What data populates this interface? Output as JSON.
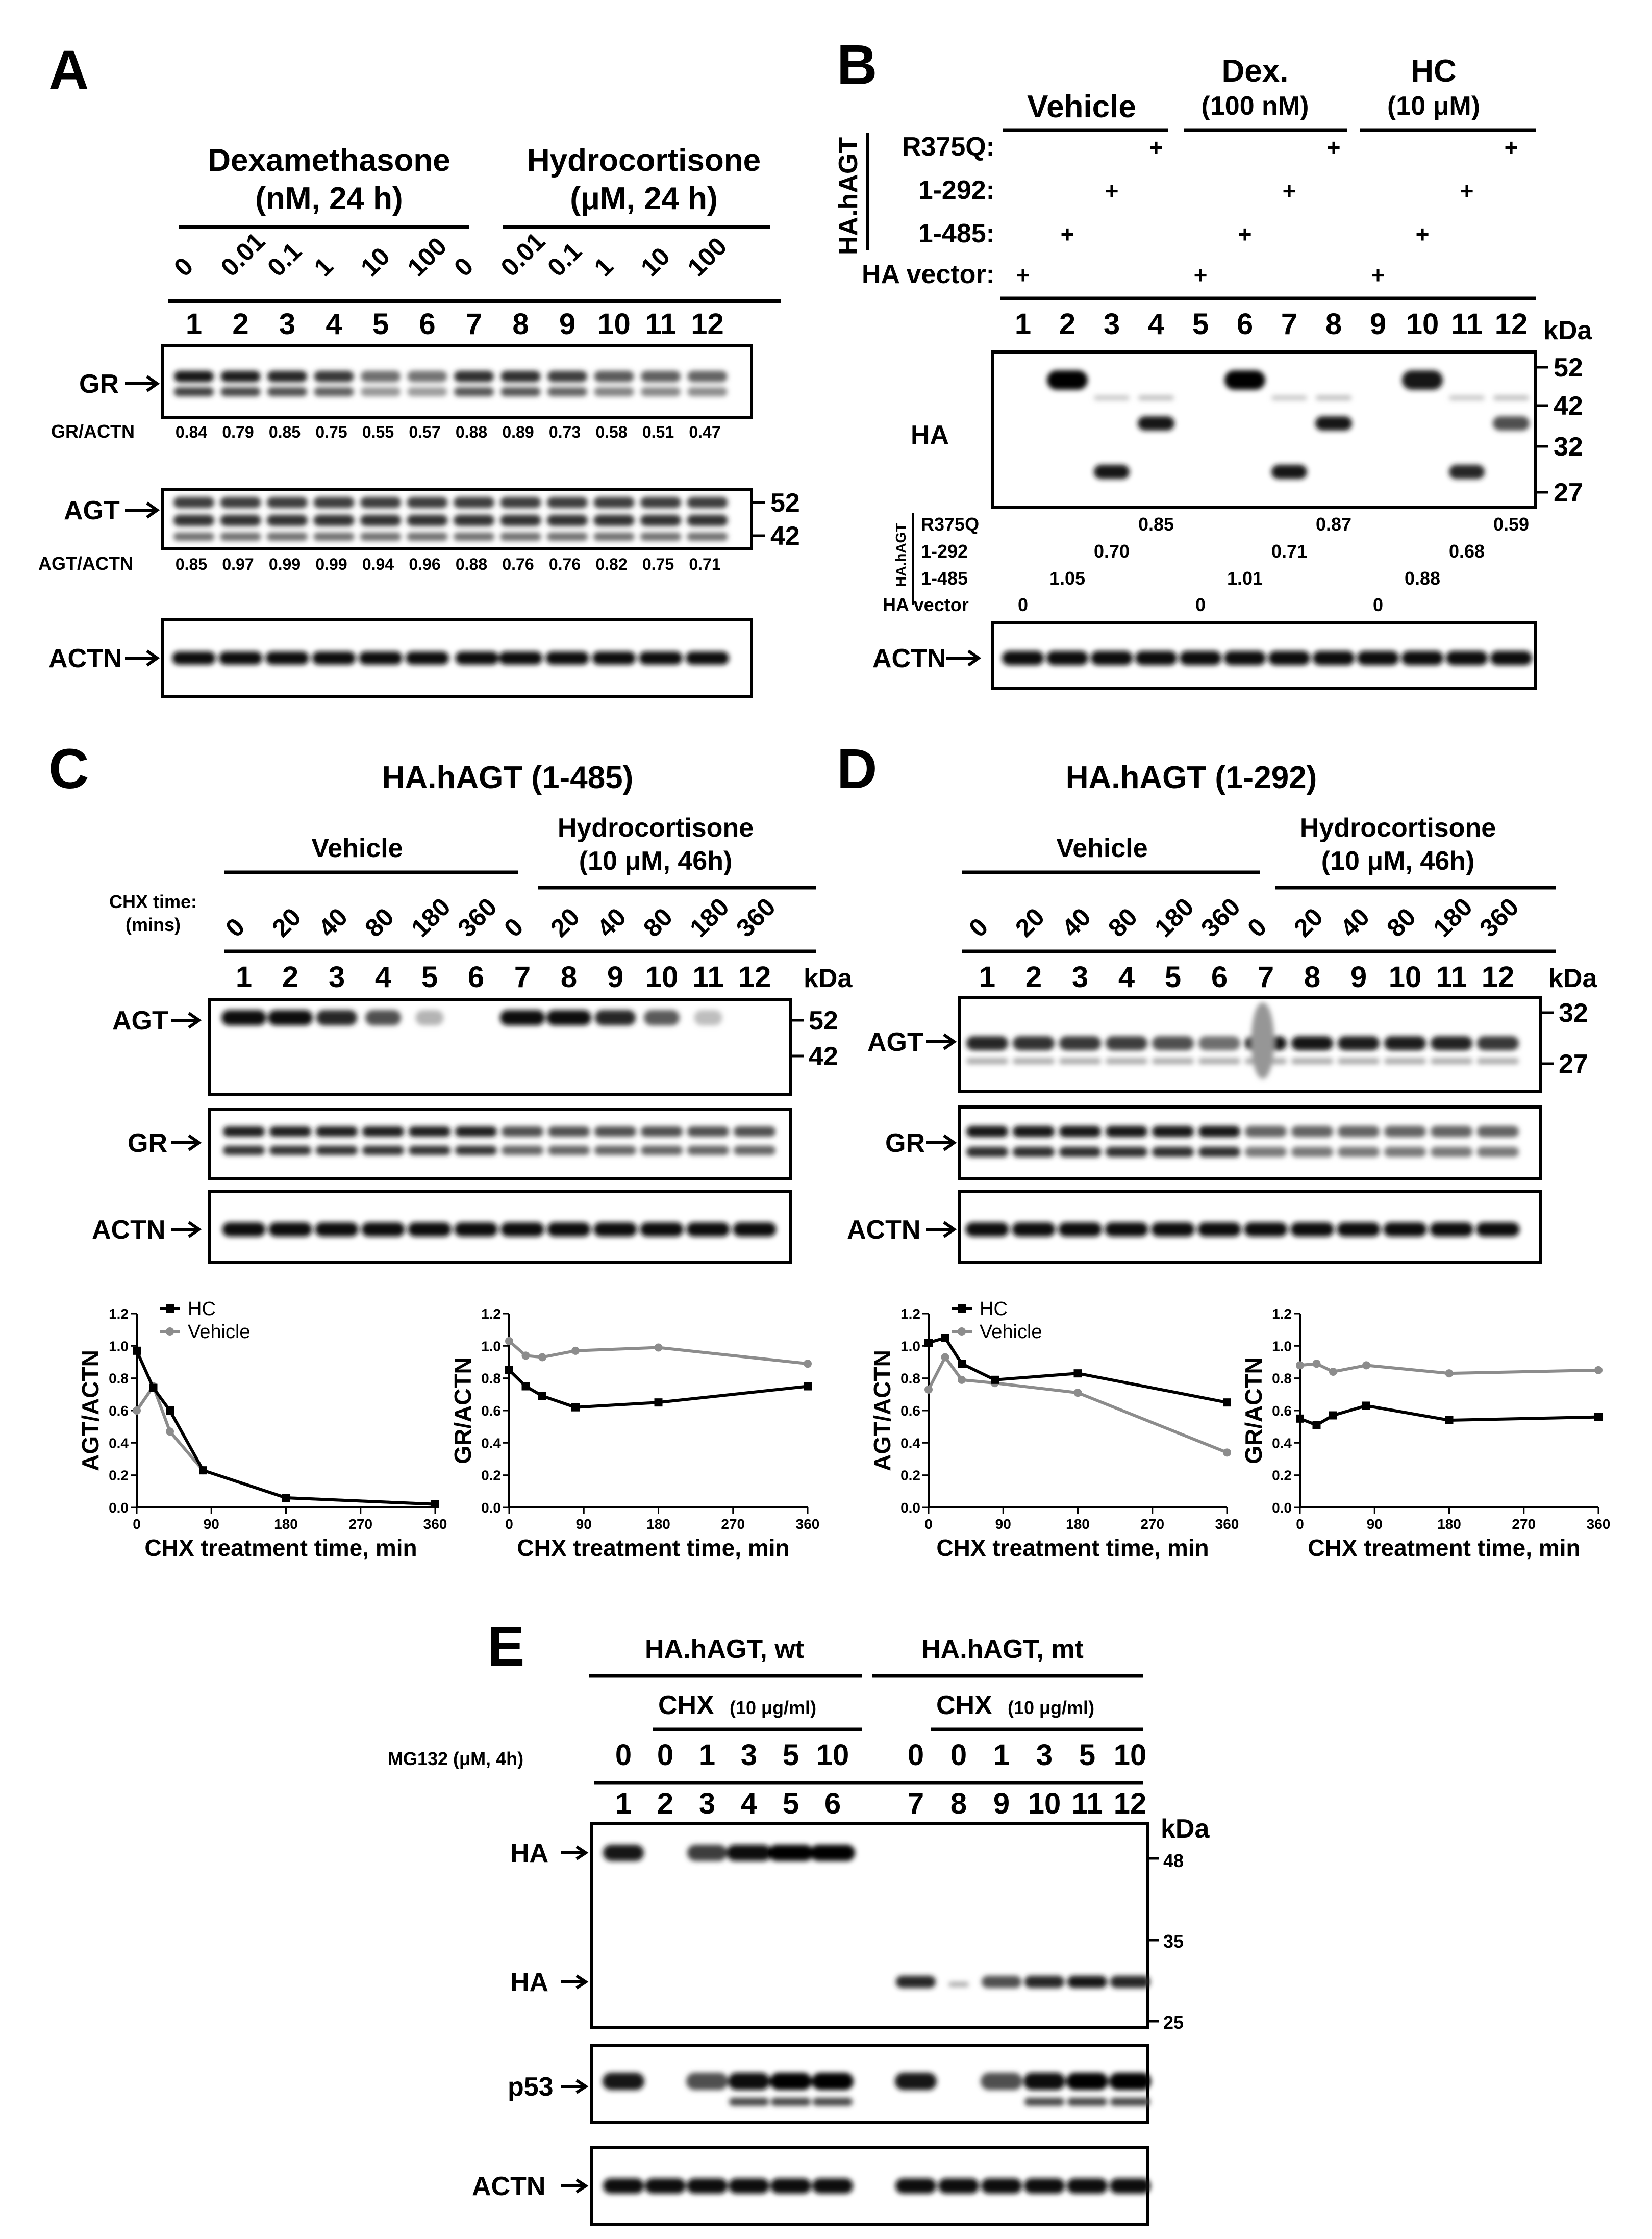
{
  "panelA": {
    "letter": "A",
    "dex_title_1": "Dexamethasone",
    "dex_title_2": "(nM, 24 h)",
    "hc_title_1": "Hydrocortisone",
    "hc_title_2": "(μM, 24 h)",
    "dex_doses": [
      "0",
      "0.01",
      "0.1",
      "1",
      "10",
      "100"
    ],
    "hc_doses": [
      "0",
      "0.01",
      "0.1",
      "1",
      "10",
      "100"
    ],
    "lanes": [
      "1",
      "2",
      "3",
      "4",
      "5",
      "6",
      "7",
      "8",
      "9",
      "10",
      "11",
      "12"
    ],
    "gr_label": "GR",
    "gr_ratio_label": "GR/ACTN",
    "gr_ratios": [
      "0.84",
      "0.79",
      "0.85",
      "0.75",
      "0.55",
      "0.57",
      "0.88",
      "0.89",
      "0.73",
      "0.58",
      "0.51",
      "0.47"
    ],
    "agt_label": "AGT",
    "agt_ratio_label": "AGT/ACTN",
    "agt_ratios": [
      "0.85",
      "0.97",
      "0.99",
      "0.99",
      "0.94",
      "0.96",
      "0.88",
      "0.76",
      "0.76",
      "0.82",
      "0.75",
      "0.71"
    ],
    "mw": [
      "52",
      "42"
    ],
    "actn_label": "ACTN"
  },
  "panelB": {
    "letter": "B",
    "groups": [
      "Vehicle",
      "Dex.",
      "HC"
    ],
    "group_subs": [
      "",
      "(100 nM)",
      "(10 μM)"
    ],
    "construct_group": "HA.hAGT",
    "rows": [
      "R375Q:",
      "1-292:",
      "1-485:",
      "HA vector:"
    ],
    "plus": "+",
    "lanes": [
      "1",
      "2",
      "3",
      "4",
      "5",
      "6",
      "7",
      "8",
      "9",
      "10",
      "11",
      "12"
    ],
    "kda": "kDa",
    "ha_label": "HA",
    "mw": [
      "52",
      "42",
      "32",
      "27"
    ],
    "quant_group": "HA.hAGT",
    "quant_rows": [
      "R375Q",
      "1-292",
      "1-485",
      "HA vector"
    ],
    "quant_r375q": [
      "0.85",
      "0.87",
      "0.59"
    ],
    "quant_1292": [
      "0.70",
      "0.71",
      "0.68"
    ],
    "quant_1485": [
      "1.05",
      "1.01",
      "0.88"
    ],
    "quant_vec": [
      "0",
      "0",
      "0"
    ],
    "actn_label": "ACTN"
  },
  "panelC": {
    "letter": "C",
    "title": "HA.hAGT (1-485)",
    "veh": "Vehicle",
    "hc_1": "Hydrocortisone",
    "hc_2": "(10 μM, 46h)",
    "chx_1": "CHX time:",
    "chx_2": "(mins)",
    "times": [
      "0",
      "20",
      "40",
      "80",
      "180",
      "360"
    ],
    "lanes": [
      "1",
      "2",
      "3",
      "4",
      "5",
      "6",
      "7",
      "8",
      "9",
      "10",
      "11",
      "12"
    ],
    "kda": "kDa",
    "agt_label": "AGT",
    "gr_label": "GR",
    "actn_label": "ACTN",
    "mw": [
      "52",
      "42"
    ]
  },
  "panelD": {
    "letter": "D",
    "title": "HA.hAGT (1-292)",
    "veh": "Vehicle",
    "hc_1": "Hydrocortisone",
    "hc_2": "(10 μM, 46h)",
    "times": [
      "0",
      "20",
      "40",
      "80",
      "180",
      "360"
    ],
    "lanes": [
      "1",
      "2",
      "3",
      "4",
      "5",
      "6",
      "7",
      "8",
      "9",
      "10",
      "11",
      "12"
    ],
    "kda": "kDa",
    "agt_label": "AGT",
    "gr_label": "GR",
    "actn_label": "ACTN",
    "mw": [
      "32",
      "27"
    ]
  },
  "panelE": {
    "letter": "E",
    "wt": "HA.hAGT, wt",
    "mt": "HA.hAGT, mt",
    "chx": "CHX",
    "chx_dose": "(10 μg/ml)",
    "mg132": "MG132 (μM, 4h)",
    "doses": [
      "0",
      "0",
      "1",
      "3",
      "5",
      "10",
      "0",
      "0",
      "1",
      "3",
      "5",
      "10"
    ],
    "lanes": [
      "1",
      "2",
      "3",
      "4",
      "5",
      "6",
      "7",
      "8",
      "9",
      "10",
      "11",
      "12"
    ],
    "kda": "kDa",
    "ha_label": "HA",
    "p53_label": "p53",
    "actn_label": "ACTN",
    "mw": [
      "48",
      "35",
      "25"
    ]
  },
  "chart_data": [
    {
      "type": "line",
      "panel": "C",
      "xlabel": "CHX treatment time, min",
      "ylabel": "AGT/ACTN",
      "xlim": [
        0,
        360
      ],
      "ylim": [
        0,
        1.2
      ],
      "xticks": [
        "0",
        "90",
        "180",
        "270",
        "360"
      ],
      "yticks": [
        "0.0",
        "0.2",
        "0.4",
        "0.6",
        "0.8",
        "1.0",
        "1.2"
      ],
      "legend": "top-left",
      "series": [
        {
          "name": "HC",
          "color": "#000000",
          "x": [
            0,
            20,
            40,
            80,
            180,
            360
          ],
          "y": [
            0.97,
            0.74,
            0.6,
            0.23,
            0.06,
            0.02
          ]
        },
        {
          "name": "Vehicle",
          "color": "#8c8c8c",
          "x": [
            0,
            20,
            40,
            80,
            180,
            360
          ],
          "y": [
            0.6,
            0.75,
            0.47,
            0.23,
            0.06,
            0.02
          ]
        }
      ]
    },
    {
      "type": "line",
      "panel": "C",
      "xlabel": "CHX treatment time, min",
      "ylabel": "GR/ACTN",
      "xlim": [
        0,
        360
      ],
      "ylim": [
        0,
        1.2
      ],
      "xticks": [
        "0",
        "90",
        "180",
        "270",
        "360"
      ],
      "yticks": [
        "0.0",
        "0.2",
        "0.4",
        "0.6",
        "0.8",
        "1.0",
        "1.2"
      ],
      "series": [
        {
          "color": "#000000",
          "x": [
            0,
            20,
            40,
            80,
            180,
            360
          ],
          "y": [
            0.85,
            0.75,
            0.69,
            0.62,
            0.65,
            0.75
          ]
        },
        {
          "color": "#8c8c8c",
          "x": [
            0,
            20,
            40,
            80,
            180,
            360
          ],
          "y": [
            1.03,
            0.94,
            0.93,
            0.97,
            0.99,
            0.89
          ]
        }
      ]
    },
    {
      "type": "line",
      "panel": "D",
      "xlabel": "CHX treatment time, min",
      "ylabel": "AGT/ACTN",
      "xlim": [
        0,
        360
      ],
      "ylim": [
        0,
        1.2
      ],
      "xticks": [
        "0",
        "90",
        "180",
        "270",
        "360"
      ],
      "yticks": [
        "0.0",
        "0.2",
        "0.4",
        "0.6",
        "0.8",
        "1.0",
        "1.2"
      ],
      "legend": "top-left",
      "series": [
        {
          "name": "HC",
          "color": "#000000",
          "x": [
            0,
            20,
            40,
            80,
            180,
            360
          ],
          "y": [
            1.02,
            1.05,
            0.89,
            0.79,
            0.83,
            0.65
          ]
        },
        {
          "name": "Vehicle",
          "color": "#8c8c8c",
          "x": [
            0,
            20,
            40,
            80,
            180,
            360
          ],
          "y": [
            0.73,
            0.93,
            0.79,
            0.77,
            0.71,
            0.34
          ]
        }
      ]
    },
    {
      "type": "line",
      "panel": "D",
      "xlabel": "CHX treatment time, min",
      "ylabel": "GR/ACTN",
      "xlim": [
        0,
        360
      ],
      "ylim": [
        0,
        1.2
      ],
      "xticks": [
        "0",
        "90",
        "180",
        "270",
        "360"
      ],
      "yticks": [
        "0.0",
        "0.2",
        "0.4",
        "0.6",
        "0.8",
        "1.0",
        "1.2"
      ],
      "series": [
        {
          "color": "#000000",
          "x": [
            0,
            20,
            40,
            80,
            180,
            360
          ],
          "y": [
            0.55,
            0.51,
            0.57,
            0.63,
            0.54,
            0.56
          ]
        },
        {
          "color": "#8c8c8c",
          "x": [
            0,
            20,
            40,
            80,
            180,
            360
          ],
          "y": [
            0.88,
            0.89,
            0.84,
            0.88,
            0.83,
            0.85
          ]
        }
      ]
    }
  ]
}
